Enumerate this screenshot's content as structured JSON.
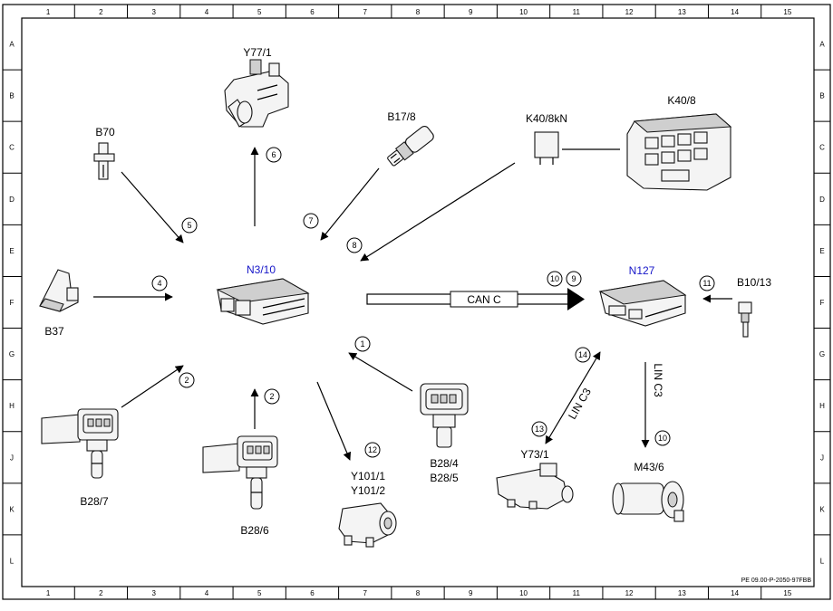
{
  "grid": {
    "columns": [
      "1",
      "2",
      "3",
      "4",
      "5",
      "6",
      "7",
      "8",
      "9",
      "10",
      "11",
      "12",
      "13",
      "14",
      "15"
    ],
    "rows": [
      "A",
      "B",
      "C",
      "D",
      "E",
      "F",
      "G",
      "H",
      "J",
      "K",
      "L"
    ]
  },
  "components": {
    "y77_1": "Y77/1",
    "b17_8": "B17/8",
    "k40_8kn": "K40/8kN",
    "k40_8": "K40/8",
    "b70": "B70",
    "b37": "B37",
    "n3_10": "N3/10",
    "n127": "N127",
    "b10_13": "B10/13",
    "b28_7": "B28/7",
    "b28_6": "B28/6",
    "y101_1": "Y101/1",
    "y101_2": "Y101/2",
    "b28_4": "B28/4",
    "b28_5": "B28/5",
    "y73_1": "Y73/1",
    "m43_6": "M43/6"
  },
  "buses": {
    "can_c": "CAN C",
    "lin_c3_a": "LIN C3",
    "lin_c3_b": "LIN C3"
  },
  "callouts": [
    "6",
    "7",
    "5",
    "8",
    "4",
    "10",
    "9",
    "11",
    "1",
    "14",
    "2",
    "2",
    "13",
    "12",
    "10"
  ],
  "reference_code": "PE 09.00-P-2050-97FBB",
  "colors": {
    "highlight_label": "#1515c8",
    "line": "#000000"
  }
}
